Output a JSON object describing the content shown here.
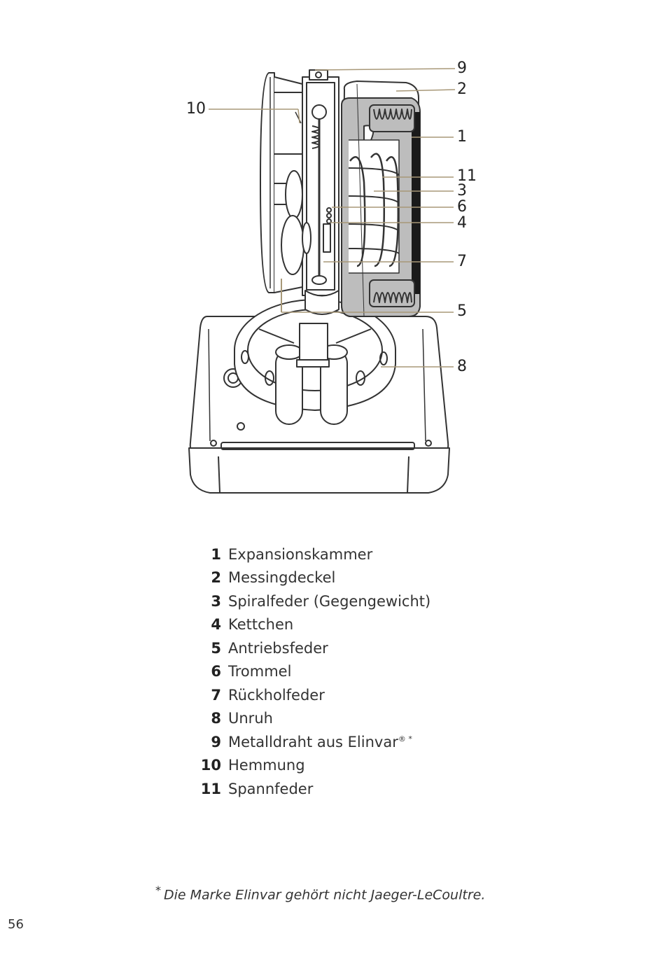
{
  "callouts": [
    "9",
    "2",
    "10",
    "1",
    "11",
    "3",
    "6",
    "4",
    "7",
    "5",
    "8"
  ],
  "legend": [
    {
      "num": "1",
      "text": "Expansionskammer"
    },
    {
      "num": "2",
      "text": "Messingdeckel"
    },
    {
      "num": "3",
      "text": "Spiralfeder (Gegengewicht)"
    },
    {
      "num": "4",
      "text": "Kettchen"
    },
    {
      "num": "5",
      "text": "Antriebsfeder"
    },
    {
      "num": "6",
      "text": "Trommel"
    },
    {
      "num": "7",
      "text": "Rückholfeder"
    },
    {
      "num": "8",
      "text": "Unruh"
    },
    {
      "num": "9",
      "text": "Metalldraht aus Elinvar",
      "sup": "® *"
    },
    {
      "num": "10",
      "text": "Hemmung"
    },
    {
      "num": "11",
      "text": "Spannfeder"
    }
  ],
  "footnote": {
    "star": "*",
    "text": "Die Marke Elinvar gehört nicht Jaeger-LeCoultre."
  },
  "page_number": "56",
  "colors": {
    "leader_line": "#a89878",
    "chamber_fill": "#bdbdbd",
    "outline": "#333333"
  }
}
